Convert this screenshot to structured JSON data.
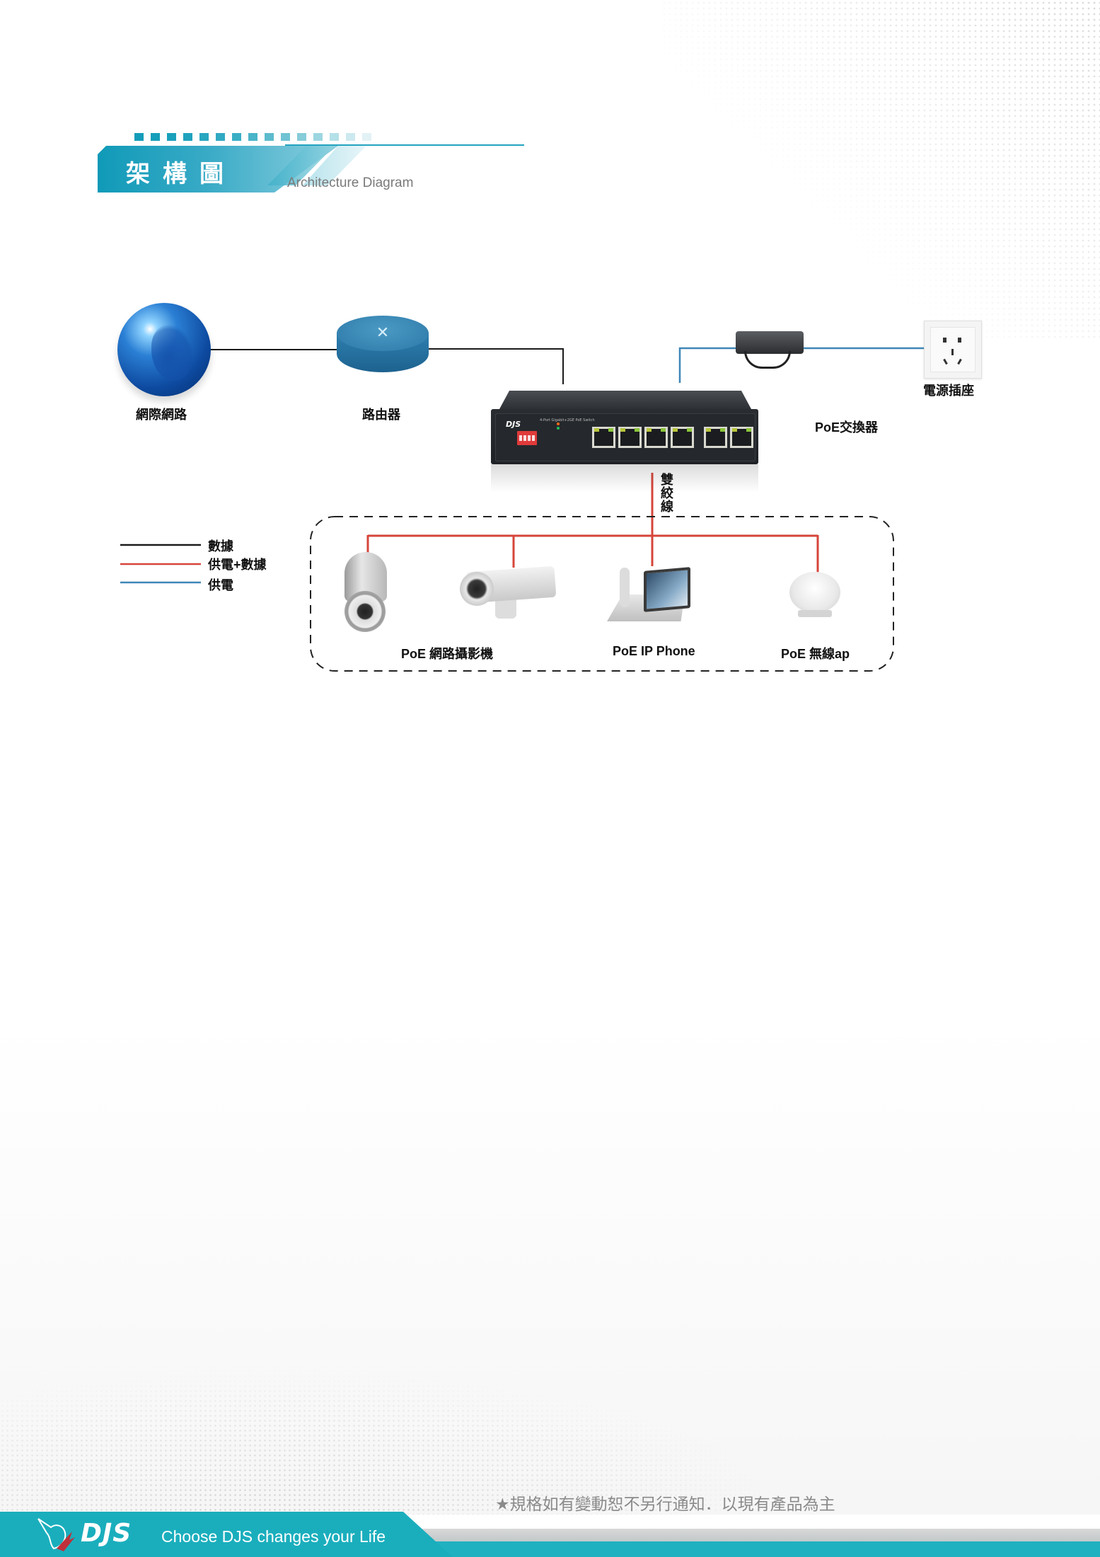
{
  "header": {
    "title": "架構圖",
    "subtitle": "Architecture Diagram",
    "accent_color": "#109ab8"
  },
  "diagram": {
    "nodes": {
      "internet": {
        "label": "網際網路",
        "icon": "globe-icon"
      },
      "router": {
        "label": "路由器",
        "icon": "router-icon"
      },
      "poe_switch": {
        "label": "PoE交換器",
        "icon": "poe-switch-icon",
        "brand": "DJS",
        "model": "4-Port Gigabit+2GE PoE Switch"
      },
      "power_adapter": {
        "icon": "power-adapter-icon"
      },
      "power_socket": {
        "label": "電源插座",
        "icon": "power-socket-icon"
      },
      "twisted_pair": {
        "label": "雙絞線"
      },
      "cameras": {
        "label": "PoE 網路攝影機",
        "icons": [
          "dome-camera-icon",
          "bullet-camera-icon"
        ]
      },
      "ip_phone": {
        "label": "PoE IP Phone",
        "icon": "ip-phone-icon"
      },
      "wireless_ap": {
        "label": "PoE 無線ap",
        "icon": "wireless-ap-icon"
      }
    },
    "legend": [
      {
        "label": "數據",
        "color": "#1a1a1a"
      },
      {
        "label": "供電+數據",
        "color": "#d6453a"
      },
      {
        "label": "供電",
        "color": "#3f86b8"
      }
    ]
  },
  "footer": {
    "brand": "DJS",
    "slogan": "Choose  DJS  changes your Life",
    "disclaimer": "★規格如有變動恕不另行通知．以現有產品為主",
    "brand_color": "#1aaebd"
  }
}
